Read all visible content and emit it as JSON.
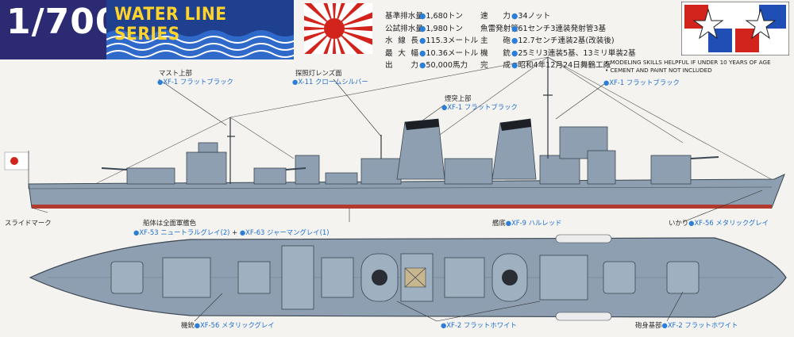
{
  "header": {
    "scale": "1/700",
    "series_title": "WATER LINE SERIES"
  },
  "specs": {
    "col1": [
      {
        "label": "基準排水量",
        "value": "1,680トン"
      },
      {
        "label": "公試排水量",
        "value": "1,980トン"
      },
      {
        "label": "水線長",
        "value": "115.3メートル"
      },
      {
        "label": "最大幅",
        "value": "10.36メートル"
      },
      {
        "label": "出力",
        "value": "50,000馬力"
      }
    ],
    "col2": [
      {
        "label": "速力",
        "value": "34ノット"
      },
      {
        "label": "魚雷発射管",
        "value": "61センチ3連装発射管3基"
      },
      {
        "label": "主砲",
        "value": "12.7センチ連装2基(改装後)"
      },
      {
        "label": "機銃",
        "value": "25ミリ3連装5基、13ミリ単装2基"
      },
      {
        "label": "完成",
        "value": "昭和4年12月24日舞鶴工廠"
      }
    ]
  },
  "notes": [
    "• MODELING SKILLS HELPFUL IF UNDER 10 YEARS OF AGE",
    "• CEMENT AND PAINT NOT INCLUDED"
  ],
  "callouts": {
    "mast_top": {
      "part": "マスト上部",
      "code": "XF-1 フラットブラック"
    },
    "searchlight": {
      "part": "探照灯レンズ面",
      "code": "X-11 クロームシルバー"
    },
    "funnel_top": {
      "part": "煙突上部",
      "code": "XF-1 フラットブラック"
    },
    "right_mast": {
      "code": "XF-1 フラットブラック"
    },
    "slide_mark": {
      "part": "スライドマーク"
    },
    "hull_color": {
      "part": "船体は全面軍艦色",
      "code1": "XF-53 ニュートラルグレイ(2)",
      "plus": "+",
      "code2": "XF-63 ジャーマングレイ(1)"
    },
    "bottom": {
      "part": "艦底",
      "code": "XF-9 ハルレッド"
    },
    "anchor": {
      "part": "いかり",
      "code": "XF-56 メタリックグレイ"
    },
    "mg": {
      "part": "機銃",
      "code": "XF-56 メタリックグレイ"
    },
    "deck_white": {
      "code": "XF-2 フラットホワイト"
    },
    "gun_base": {
      "part": "砲身基部",
      "code": "XF-2 フラットホワイト"
    }
  },
  "colors": {
    "hull": "#8d9fb0",
    "boot_topping": "#b23a2e",
    "header_navy": "#2b2a73",
    "series_yellow": "#ffd32a",
    "callout_blue": "#1f6fd1"
  }
}
